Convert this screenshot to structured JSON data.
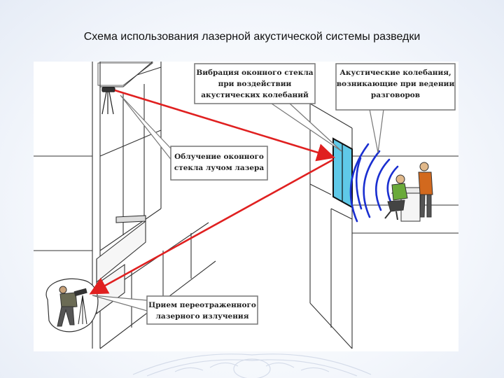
{
  "title": "Схема использования лазерной акустической системы разведки",
  "callouts": {
    "vibration": [
      "Вибрация оконного стекла",
      "при воздействии",
      "акустических колебаний"
    ],
    "acoustic": [
      "Акустические колебания,",
      "возникающие при ведении",
      "разговоров"
    ],
    "irradiation": [
      "Облучение оконного",
      "стекла лучом лазера"
    ],
    "reception": [
      "Црием переотраженного",
      "лазерного излучения"
    ]
  },
  "colors": {
    "laser_beam": "#e02020",
    "sound_waves": "#1a2fd0",
    "window_glass": "#5fc9e8",
    "person_shirt": "#6aaa3a",
    "person_jacket": "#d2691e"
  }
}
